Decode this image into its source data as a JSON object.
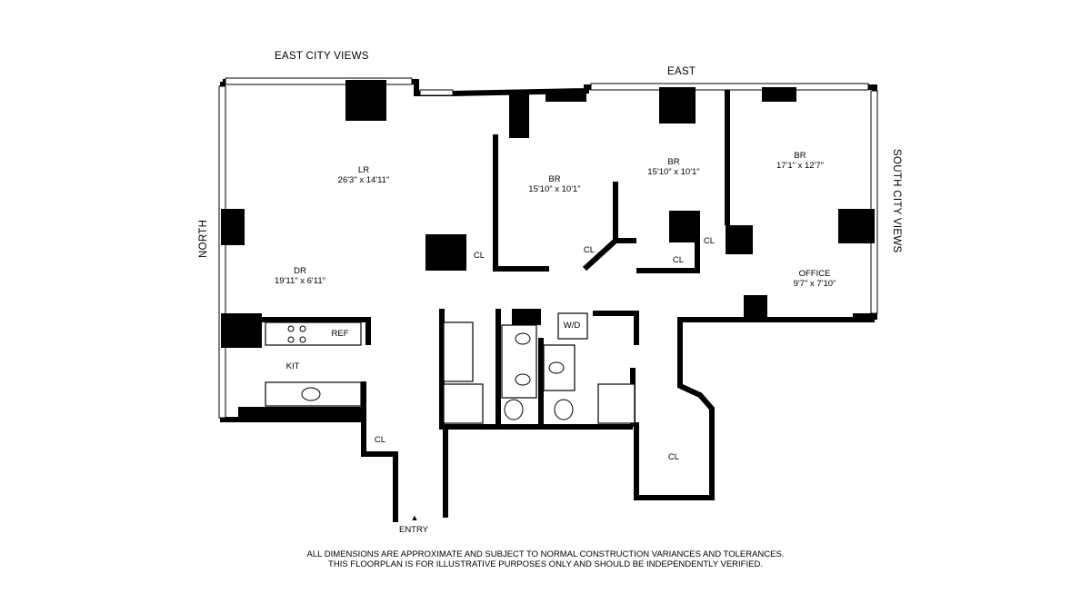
{
  "orientation": {
    "top_left": "EAST CITY VIEWS",
    "top_right": "EAST",
    "left": "NORTH",
    "right": "SOUTH CITY VIEWS"
  },
  "rooms": {
    "lr": {
      "name": "LR",
      "dims": "26'3\" x 14'11\""
    },
    "dr": {
      "name": "DR",
      "dims": "19'11\" x 6'11\""
    },
    "br1": {
      "name": "BR",
      "dims": "15'10\" x 10'1\""
    },
    "br2": {
      "name": "BR",
      "dims": "15'10\" x 10'1\""
    },
    "br3": {
      "name": "BR",
      "dims": "17'1\" x 12'7\""
    },
    "office": {
      "name": "OFFICE",
      "dims": "9'7\" x 7'10\""
    },
    "kit": {
      "name": "KIT"
    }
  },
  "labels": {
    "cl": "CL",
    "ref": "REF",
    "wd": "W/D",
    "entry": "ENTRY",
    "entry_arrow": "▲"
  },
  "disclaimer": {
    "line1": "ALL DIMENSIONS ARE APPROXIMATE AND SUBJECT TO NORMAL CONSTRUCTION VARIANCES AND TOLERANCES.",
    "line2": "THIS FLOORPLAN IS FOR ILLUSTRATIVE PURPOSES ONLY AND SHOULD BE INDEPENDENTLY VERIFIED."
  }
}
